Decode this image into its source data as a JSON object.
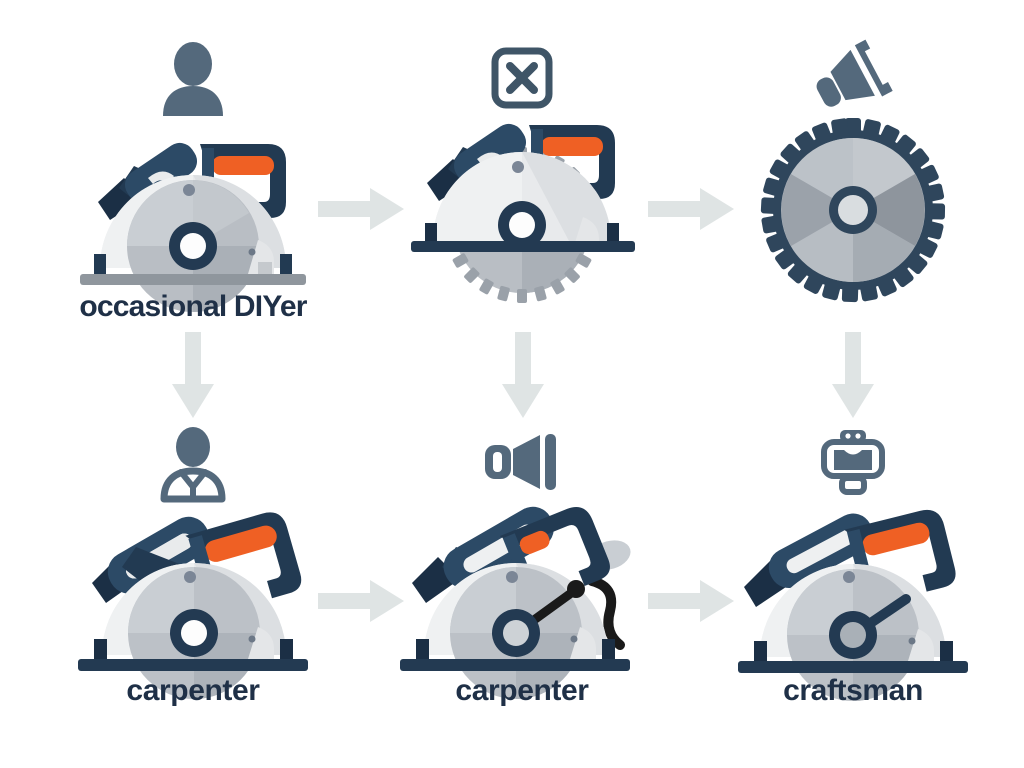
{
  "diagram": {
    "title": "circular saw user progression diagram",
    "background_color": "#ffffff",
    "colors": {
      "text": "#1f3047",
      "arrow": "#dfe4e4",
      "icon_gray": "#54697c",
      "saw_navy": "#233a52",
      "saw_navy_dark": "#1b2f45",
      "saw_orange": "#ef6024",
      "blade_light": "#e8eaec",
      "blade_mid": "#b9bec4",
      "blade_dark": "#9aa1a9"
    },
    "cells": [
      {
        "id": "cell-1",
        "row": 1,
        "col": 1,
        "badge_icon": "person-silhouette-icon",
        "artwork": "circular-saw-plain",
        "caption": "occasional DIYer"
      },
      {
        "id": "cell-2",
        "row": 1,
        "col": 2,
        "badge_icon": "x-in-square-icon",
        "artwork": "circular-saw-with-toothed-blade",
        "caption": ""
      },
      {
        "id": "cell-3",
        "row": 1,
        "col": 3,
        "badge_icon": "tilted-megaphone-icon",
        "artwork": "saw-blade-gear",
        "caption": ""
      },
      {
        "id": "cell-4",
        "row": 2,
        "col": 1,
        "badge_icon": "person-with-collar-icon",
        "artwork": "circular-saw-orange-handle",
        "caption": "carpenter"
      },
      {
        "id": "cell-5",
        "row": 2,
        "col": 2,
        "badge_icon": "megaphone-icon",
        "artwork": "circular-saw-with-pointer-and-cord",
        "caption": "carpenter"
      },
      {
        "id": "cell-6",
        "row": 2,
        "col": 3,
        "badge_icon": "monitor-device-icon",
        "artwork": "circular-saw-with-pointer",
        "caption": "craftsman"
      }
    ],
    "arrows": [
      {
        "id": "arrow-right-1",
        "direction": "right"
      },
      {
        "id": "arrow-right-2",
        "direction": "right"
      },
      {
        "id": "arrow-right-3",
        "direction": "right"
      },
      {
        "id": "arrow-right-4",
        "direction": "right"
      },
      {
        "id": "arrow-down-1",
        "direction": "down"
      },
      {
        "id": "arrow-down-2",
        "direction": "down"
      },
      {
        "id": "arrow-down-3",
        "direction": "down"
      }
    ]
  }
}
